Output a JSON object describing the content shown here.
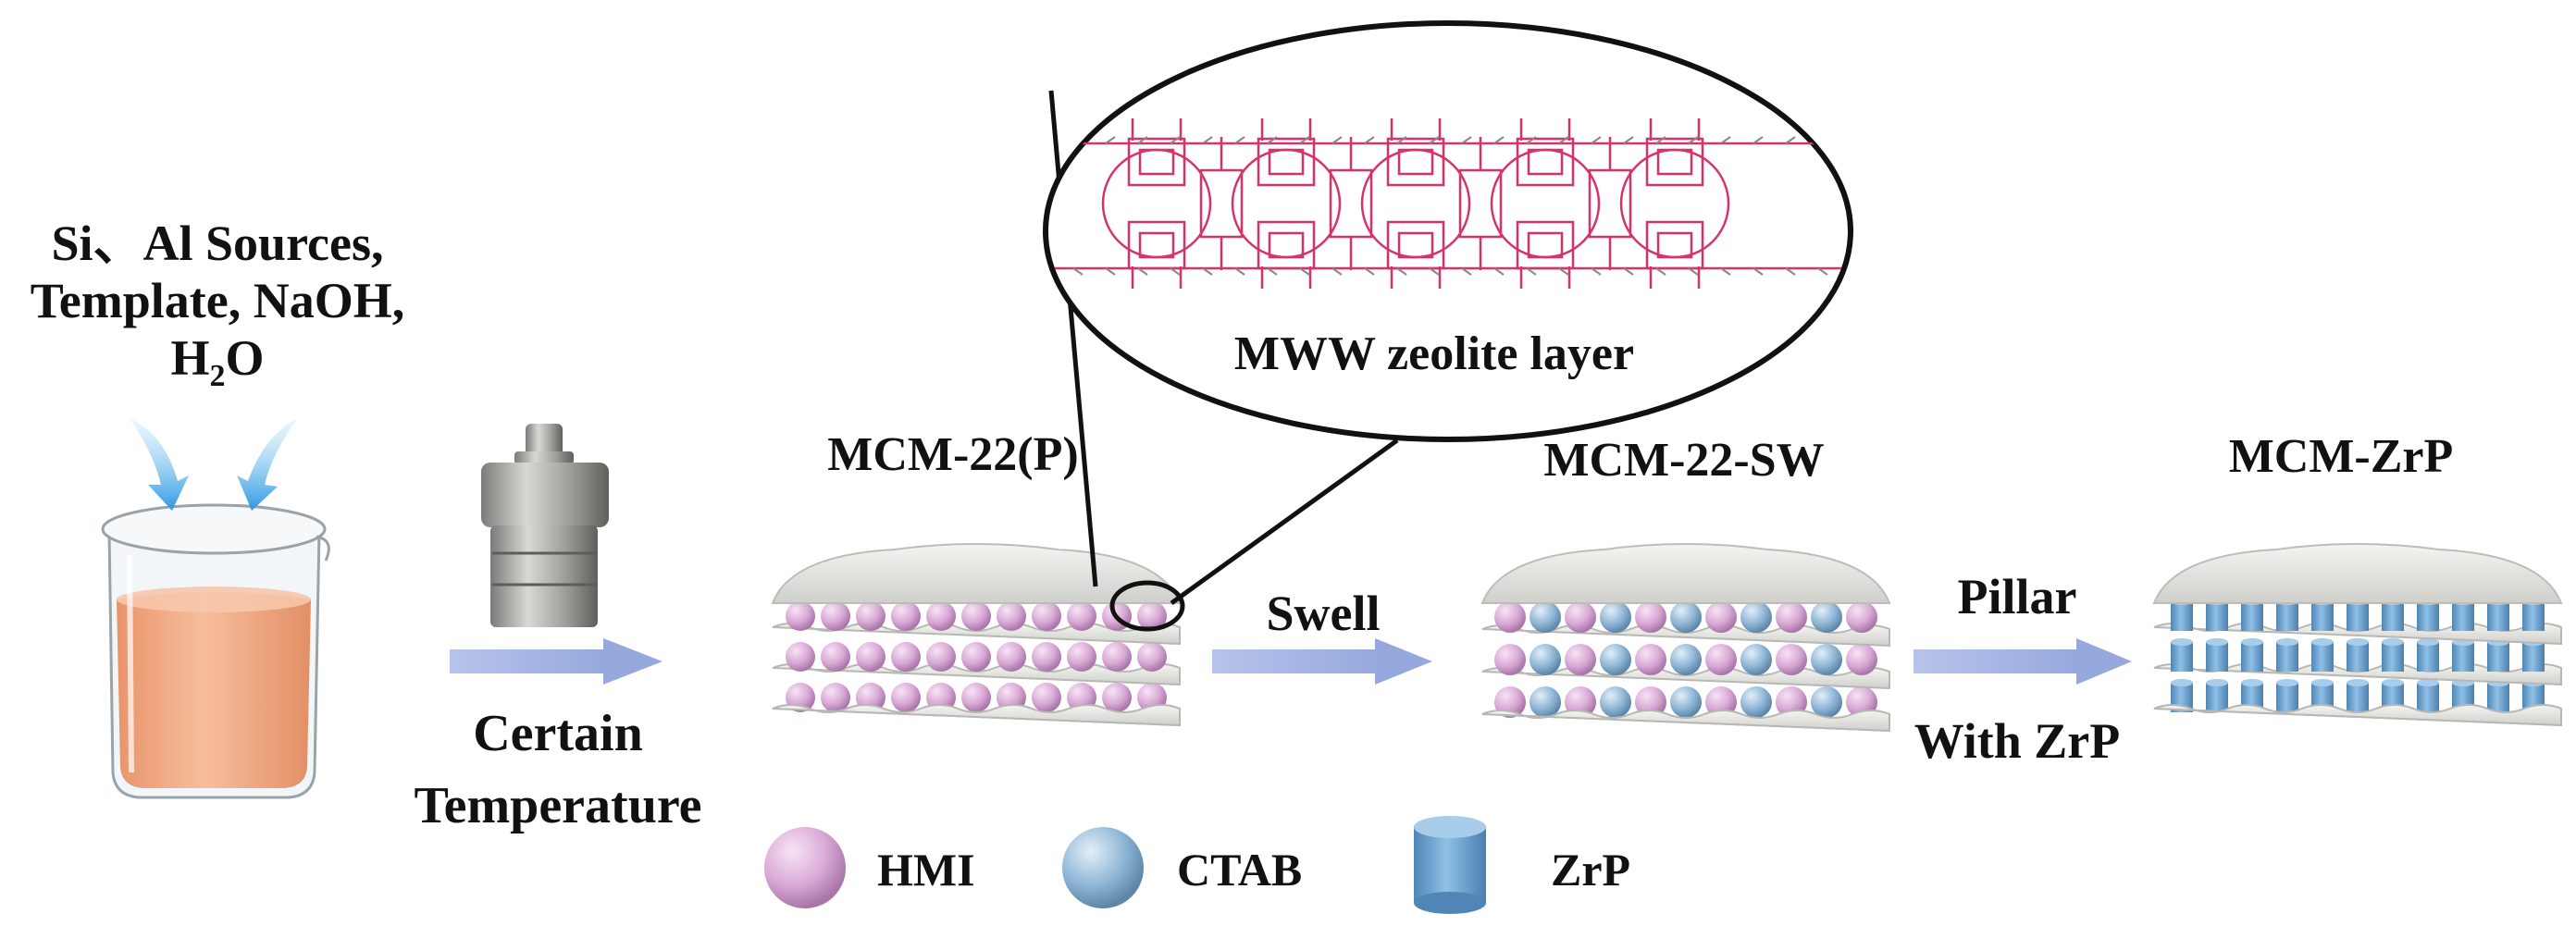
{
  "feed": {
    "line1": "Si、Al Sources,",
    "line2": "Template, NaOH,",
    "water_main": "H",
    "water_sub": "2",
    "water_tail": "O"
  },
  "step1": {
    "line1": "Certain",
    "line2": "Temperature"
  },
  "stages": {
    "precursor": "MCM-22(P)",
    "swollen": "MCM-22-SW",
    "pillared": "MCM-ZrP"
  },
  "steps": {
    "swell": "Swell",
    "pillar": "Pillar",
    "pillar_agent": "With ZrP"
  },
  "zoom": {
    "caption": "MWW zeolite layer"
  },
  "legend": {
    "hmi": "HMI",
    "ctab": "CTAB",
    "zrp": "ZrP"
  },
  "colors": {
    "hmi": "#d9a9d6",
    "ctab": "#8fb6d6",
    "zrp": "#6fa3cf",
    "arrow": "#a9b8e3",
    "framework": "#d6336c",
    "layer": "#e6e6e3",
    "liquid": "#f4ad86",
    "feed_arrow": "#3aa3e6"
  }
}
